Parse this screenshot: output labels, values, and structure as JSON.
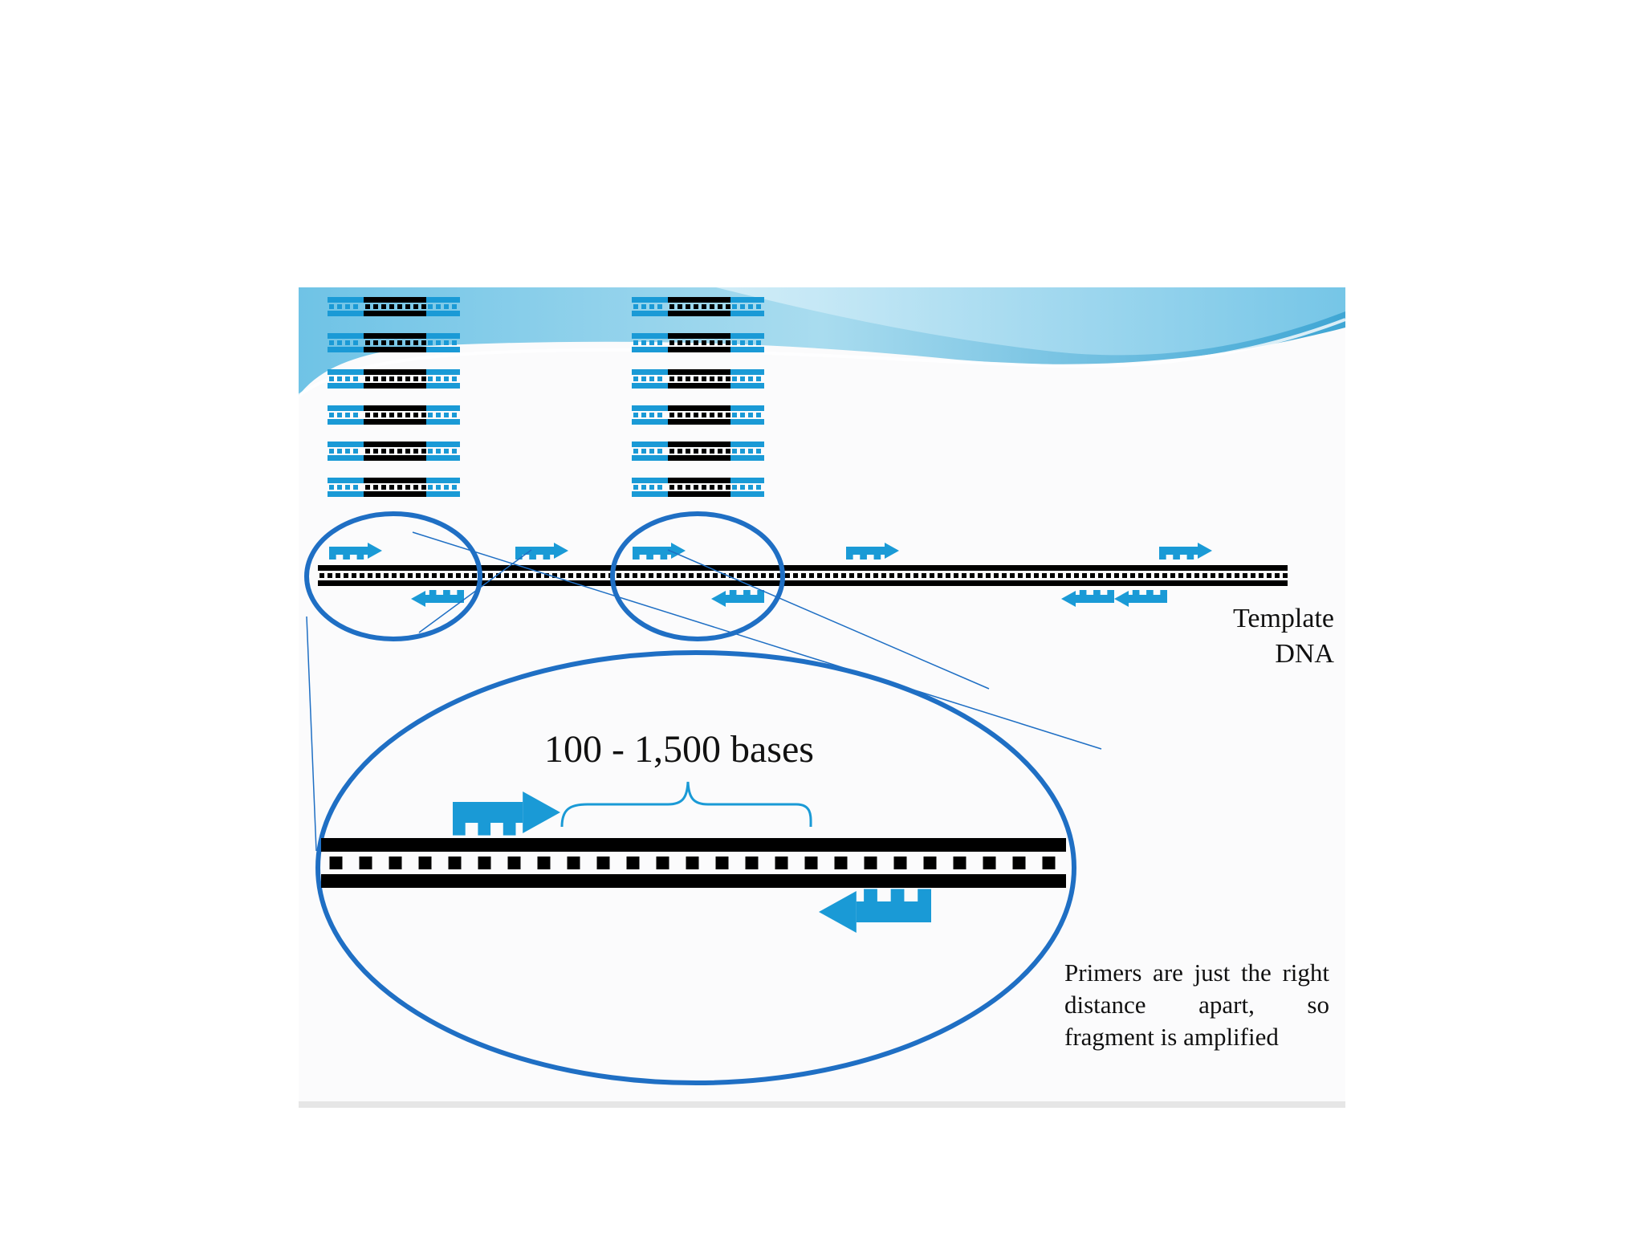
{
  "diagram": {
    "labels": {
      "template_line1": "Template",
      "template_line2": "DNA",
      "fragment_range": "100 - 1,500 bases",
      "caption": "Primers are just the right distance apart, so fragment is amplified"
    },
    "colors": {
      "primer_blue": "#1a9ad6",
      "circle_blue": "#1f6fc4",
      "strand_black": "#000000",
      "wave_light": "#a9dcef",
      "wave_dark": "#3fa6d4"
    },
    "primer_glyph": "arrow-with-comb"
  }
}
